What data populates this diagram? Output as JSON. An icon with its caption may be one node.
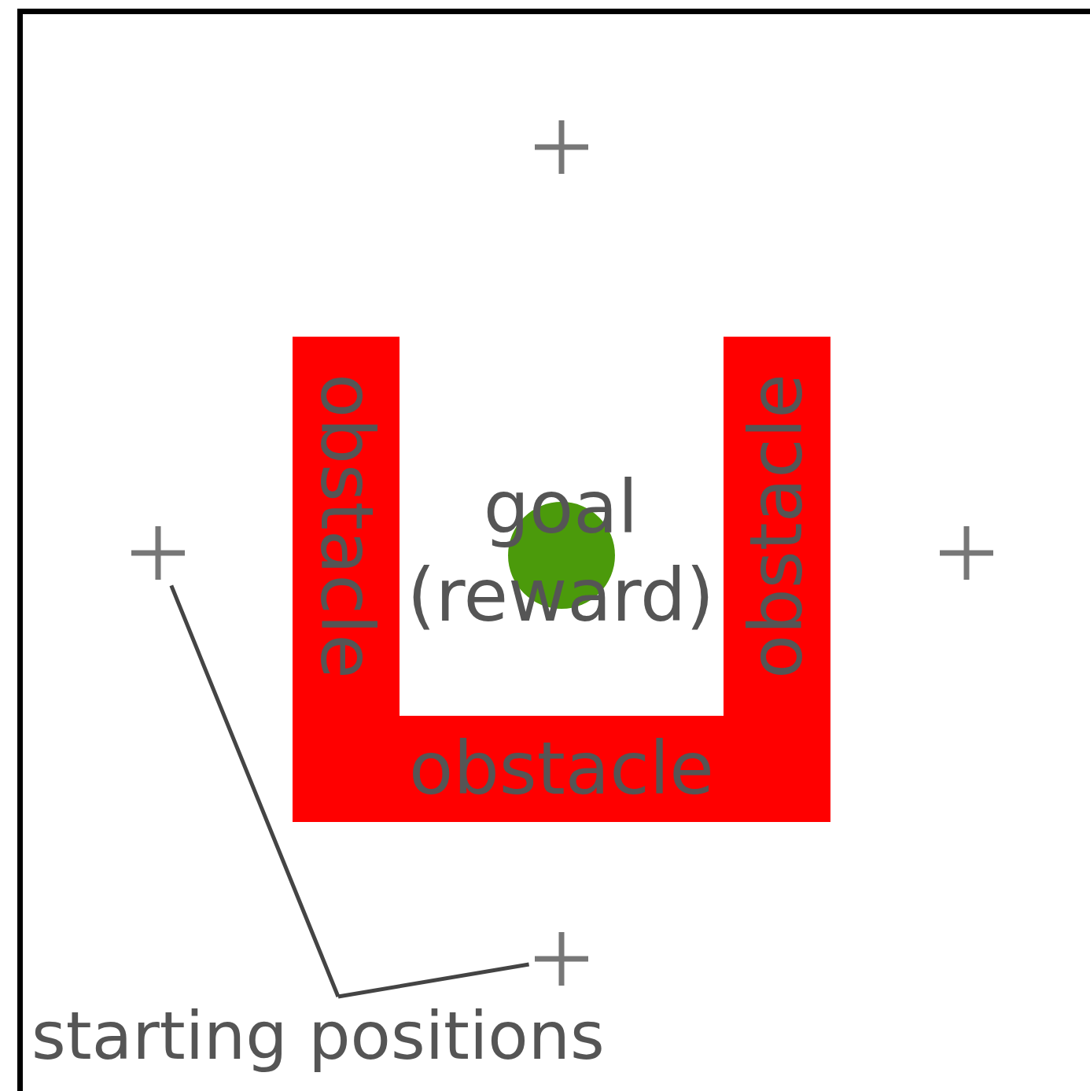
{
  "diagram": {
    "nodes": [
      {
        "text": [
          "obstacle"
        ]
      },
      {
        "text": [
          "obstacle"
        ]
      },
      {
        "text": [
          "obstacle"
        ]
      },
      {
        "text": [],
        "shape": "circle"
      },
      {
        "text": [],
        "shape": "cross"
      },
      {
        "text": [],
        "shape": "cross"
      },
      {
        "text": [],
        "shape": "cross"
      },
      {
        "text": [],
        "shape": "cross"
      },
      {
        "text": [
          "starting positions"
        ]
      }
    ],
    "edges": [
      {
        "from": 8,
        "to": 5,
        "arrow": "none"
      },
      {
        "from": 8,
        "to": 7,
        "arrow": "none"
      }
    ],
    "labels": [
      "goal (reward)"
    ]
  }
}
